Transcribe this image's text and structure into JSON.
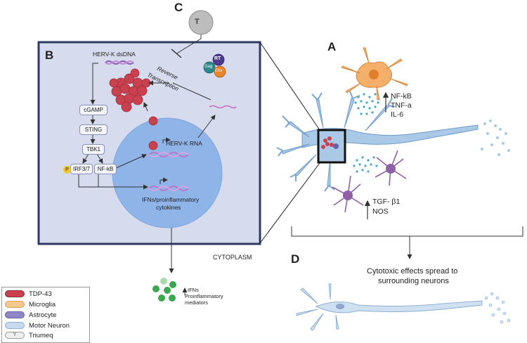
{
  "panels": {
    "A": "A",
    "B": "B",
    "C": "C",
    "D": "D"
  },
  "panel_b": {
    "herv_dsdna": "HERV-K dsDNA",
    "cgamp": "cGAMP",
    "sting": "STING",
    "tbk1": "TBK1",
    "phospho": "P",
    "irf37": "IRF3/7",
    "nfkb": "NF-kB",
    "herv_rna": "HERV-K RNA",
    "ifns_line1": "IFNs/proinflammatory",
    "ifns_line2": "cytokines",
    "reverse": "Reverse",
    "transcription": "Transcription",
    "rt": "RT",
    "gag": "Gag",
    "env": "Env",
    "triumeq_symbol": "T"
  },
  "cytoplasm": "CYTOPLASM",
  "secreted": {
    "line1": "IFNs",
    "line2": "Proinflammatory",
    "line3": "mediators"
  },
  "microglia_markers": [
    "NF-kB",
    "TNF-a",
    "IL-6"
  ],
  "astrocyte_markers": [
    "TGF- β1",
    "NOS"
  ],
  "neuron_caption": {
    "line1": "Cytotoxic effects spread to",
    "line2": "surrounding neurons"
  },
  "legend": [
    {
      "label": "TDP-43",
      "color": "#c9414e"
    },
    {
      "label": "Microglia",
      "color": "#f4c78f"
    },
    {
      "label": "Astrocyte",
      "color": "#8f86c6"
    },
    {
      "label": "Motor Neuron",
      "color": "#c6d9ee"
    },
    {
      "label": "Triumeq",
      "symbol": "Y"
    }
  ],
  "colors": {
    "panel_bg": "#d7dbee",
    "panel_border": "#2f3a63",
    "nucleus": "#8fb4e8",
    "tdp43": "#c9414e",
    "microglia": "#f4b06a",
    "astrocyte": "#8f5fa8",
    "neuron": "#a9c9e6"
  }
}
